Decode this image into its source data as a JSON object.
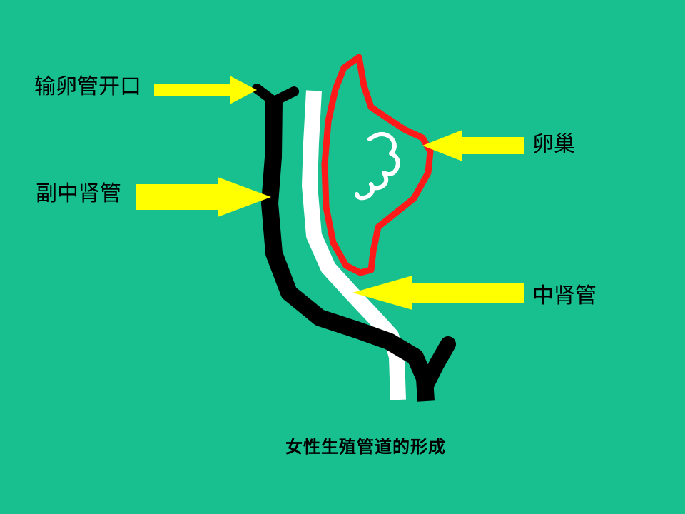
{
  "labels": {
    "oviduct_opening": "输卵管开口",
    "paramesonephric_duct": "副中肾管",
    "ovary": "卵巢",
    "mesonephric_duct": "中肾管"
  },
  "caption": "女性生殖管道的形成",
  "colors": {
    "background": "#18c08f",
    "arrow": "#ffff00",
    "paramesonephric_duct": "#000000",
    "mesonephric_duct": "#ffffff",
    "ovary_outline": "#ff1a1a",
    "ovary_fill": "#18c08f",
    "text": "#000000"
  }
}
